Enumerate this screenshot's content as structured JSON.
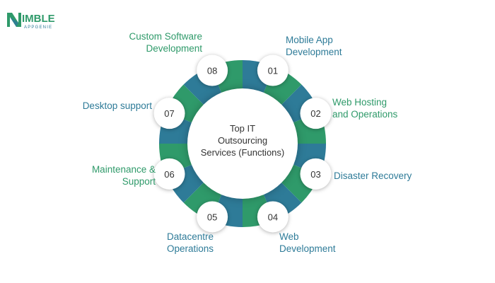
{
  "logo": {
    "name_line1": "IMBLE",
    "name_line2": "APPGENIE"
  },
  "center": {
    "lines": [
      "Top IT",
      "Outsourcing",
      "Services (Functions)"
    ]
  },
  "colors": {
    "teal": "#2e7b98",
    "green": "#2f9a6a",
    "center_bg": "#ffffff"
  },
  "items": [
    {
      "number": "01",
      "label": [
        "Mobile App",
        "Development"
      ],
      "color": "teal"
    },
    {
      "number": "02",
      "label": [
        "Web Hosting",
        "and Operations"
      ],
      "color": "green"
    },
    {
      "number": "03",
      "label": [
        "Disaster Recovery"
      ],
      "color": "teal"
    },
    {
      "number": "04",
      "label": [
        "Web",
        "Development"
      ],
      "color": "teal"
    },
    {
      "number": "05",
      "label": [
        "Datacentre",
        "Operations"
      ],
      "color": "teal"
    },
    {
      "number": "06",
      "label": [
        "Maintenance &",
        "Support"
      ],
      "color": "green"
    },
    {
      "number": "07",
      "label": [
        "Desktop support"
      ],
      "color": "teal"
    },
    {
      "number": "08",
      "label": [
        "Custom Software",
        "Development"
      ],
      "color": "green"
    }
  ]
}
